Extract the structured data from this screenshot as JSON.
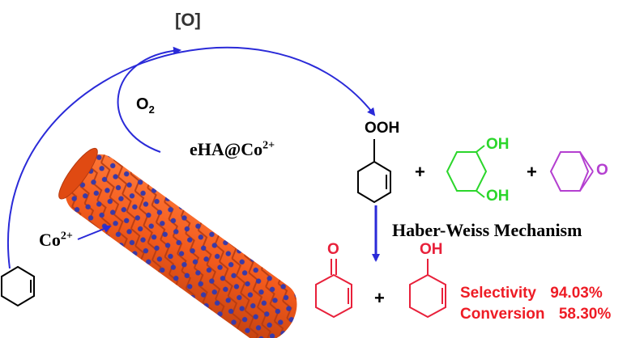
{
  "labels": {
    "oxidant": "[O]",
    "oxygen": "O",
    "oxygen_sub": "2",
    "catalyst_main": "eHA@Co",
    "catalyst_sup": "2+",
    "cobalt_main": "Co",
    "cobalt_sup": "2+",
    "hydroperoxide": "OOH",
    "diol_oh_top": "OH",
    "diol_oh_bottom": "OH",
    "epoxide_o": "O",
    "plus_1": "+",
    "plus_2": "+",
    "plus_3": "+",
    "mechanism": "Haber-Weiss Mechanism",
    "ketone_o": "O",
    "alcohol_oh": "OH"
  },
  "results": {
    "selectivity_label": "Selectivity",
    "selectivity_value": "94.03%",
    "conversion_label": "Conversion",
    "conversion_value": "58.30%"
  },
  "colors": {
    "arrow_blue": "#2a2ad8",
    "nanotube_orange": "#f25a1c",
    "nanotube_dot": "#3a3aa8",
    "nanotube_dark": "#b53a10",
    "diol_green": "#2bd62b",
    "epoxide_purple": "#b43fd0",
    "product_red": "#e8203a",
    "text_red": "#ee1c25",
    "black": "#000000"
  }
}
